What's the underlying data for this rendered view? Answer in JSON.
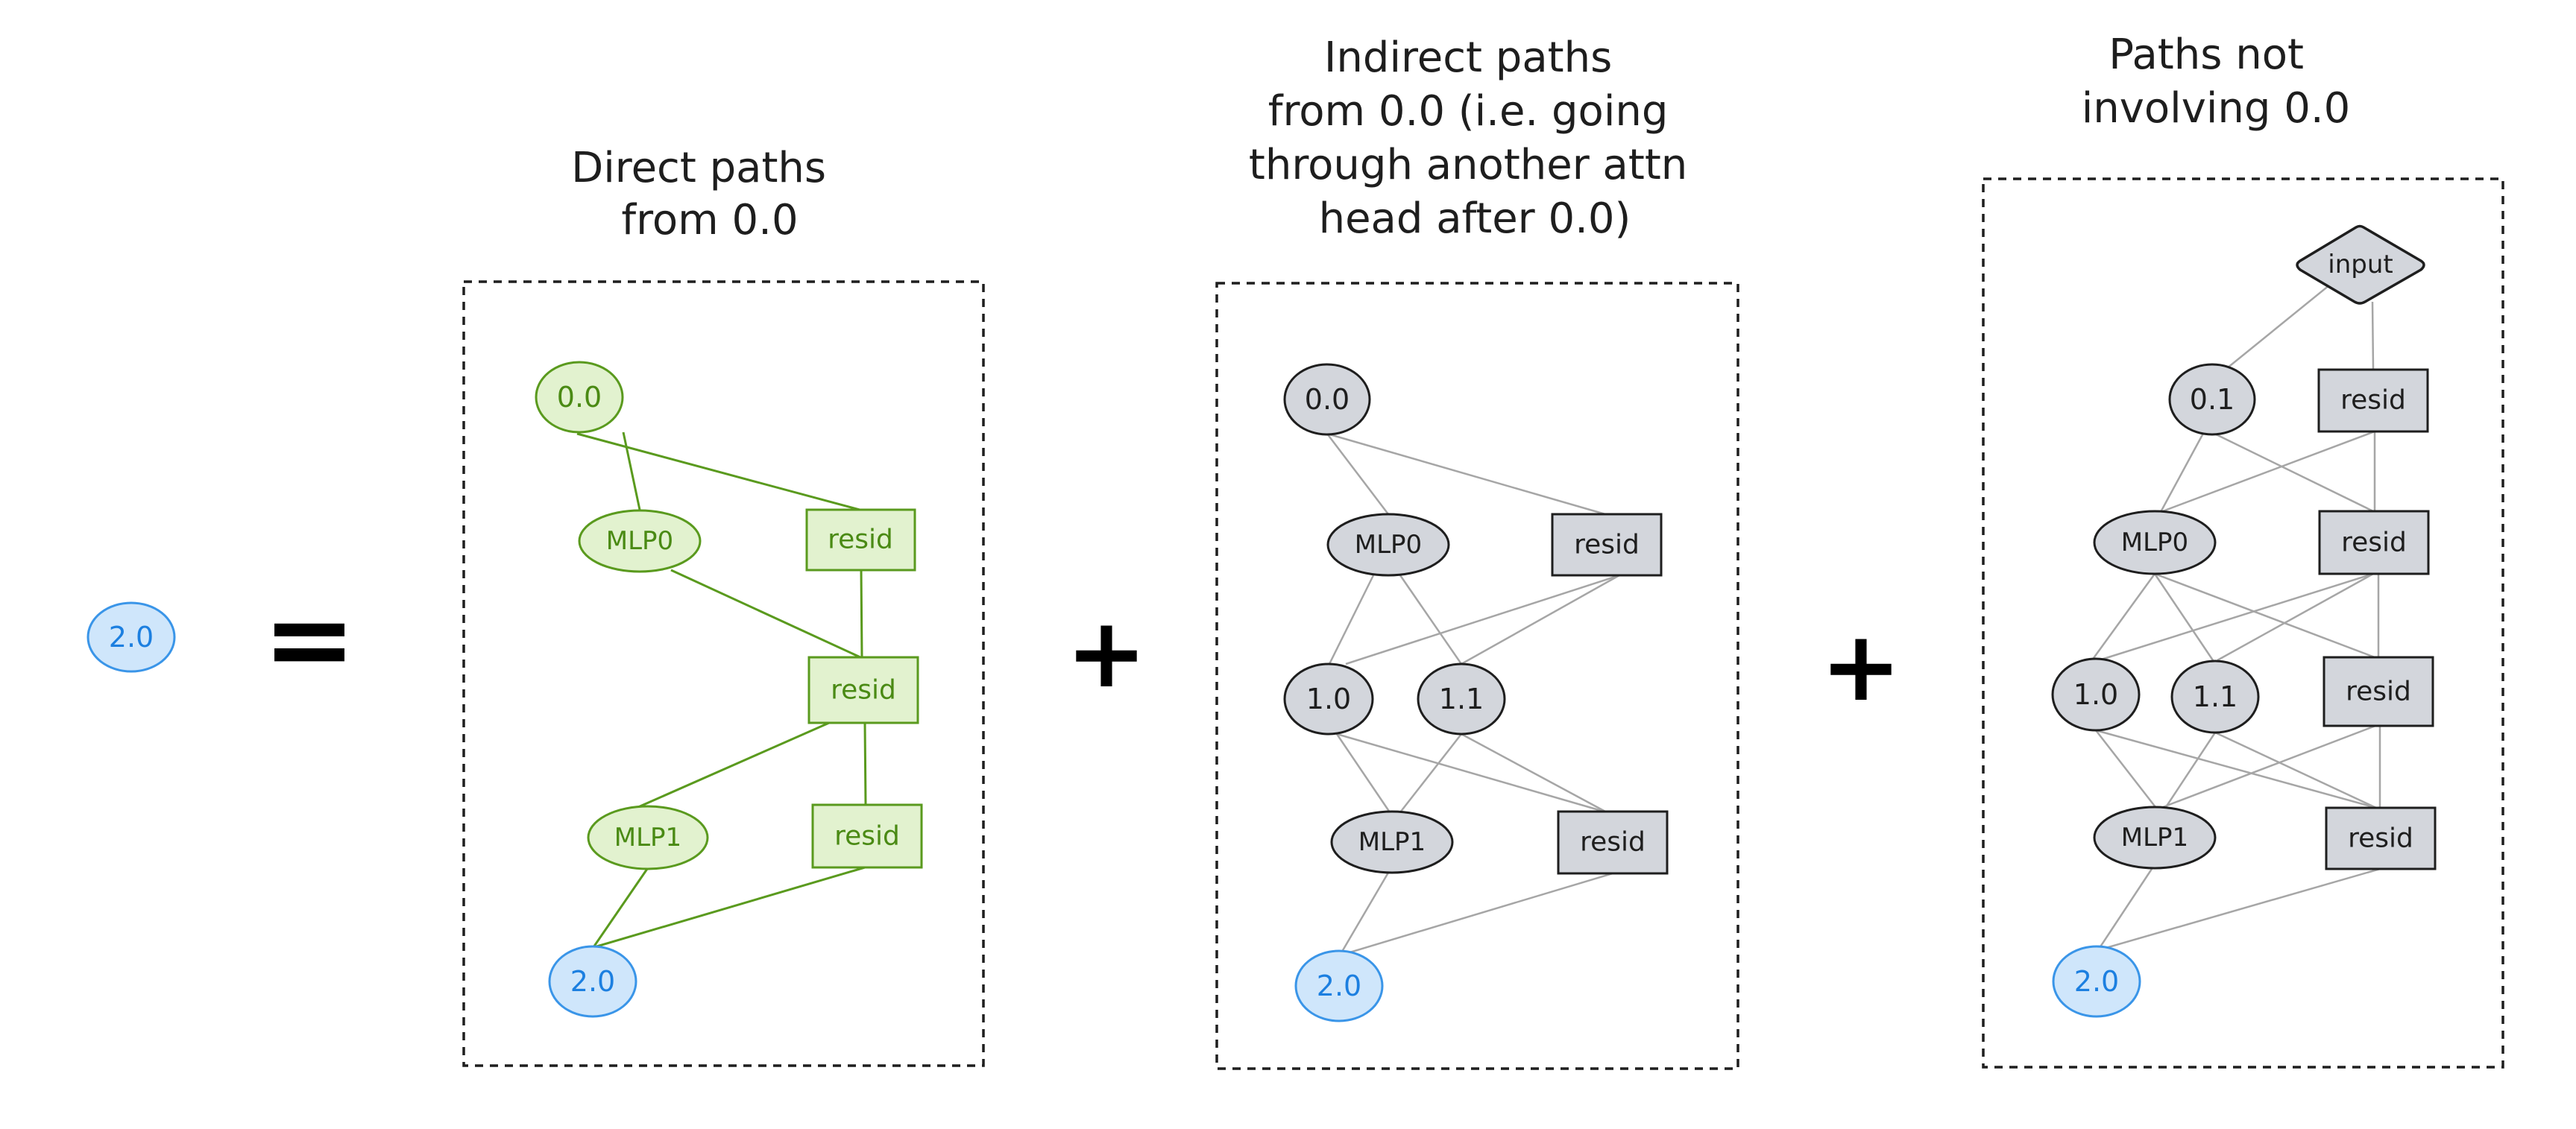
{
  "colors": {
    "green_fill": "#e2f2cf",
    "green_stroke": "#5a9a1e",
    "green_text": "#4a8a14",
    "blue_fill": "#cfe6fb",
    "blue_stroke": "#3a95e8",
    "blue_text": "#1c7fe0",
    "gray_fill": "#d3d6dc",
    "gray_stroke": "#1e1e1e",
    "gray_edge": "#a6a6a6",
    "text_dark": "#1e1e1e"
  },
  "lhs": {
    "node": "2.0",
    "equals": "="
  },
  "operators": {
    "plus_1": "+",
    "plus_2": "+"
  },
  "panels": [
    {
      "id": "direct",
      "title_lines": [
        "Direct paths",
        "from 0.0"
      ],
      "nodes": {
        "n00": "0.0",
        "mlp0": "MLP0",
        "resid_a": "resid",
        "resid_b": "resid",
        "mlp1": "MLP1",
        "resid_c": "resid",
        "out": "2.0"
      }
    },
    {
      "id": "indirect",
      "title_lines": [
        "Indirect paths",
        "from 0.0 (i.e. going",
        "through another attn",
        "head after 0.0)"
      ],
      "nodes": {
        "n00": "0.0",
        "mlp0": "MLP0",
        "resid_a": "resid",
        "n10": "1.0",
        "n11": "1.1",
        "mlp1": "MLP1",
        "resid_b": "resid",
        "out": "2.0"
      }
    },
    {
      "id": "not_involving",
      "title_lines": [
        "Paths not",
        "involving 0.0"
      ],
      "nodes": {
        "input": "input",
        "n01": "0.1",
        "resid_a": "resid",
        "mlp0": "MLP0",
        "resid_b": "resid",
        "n10": "1.0",
        "n11": "1.1",
        "resid_c": "resid",
        "mlp1": "MLP1",
        "resid_d": "resid",
        "out": "2.0"
      }
    }
  ]
}
